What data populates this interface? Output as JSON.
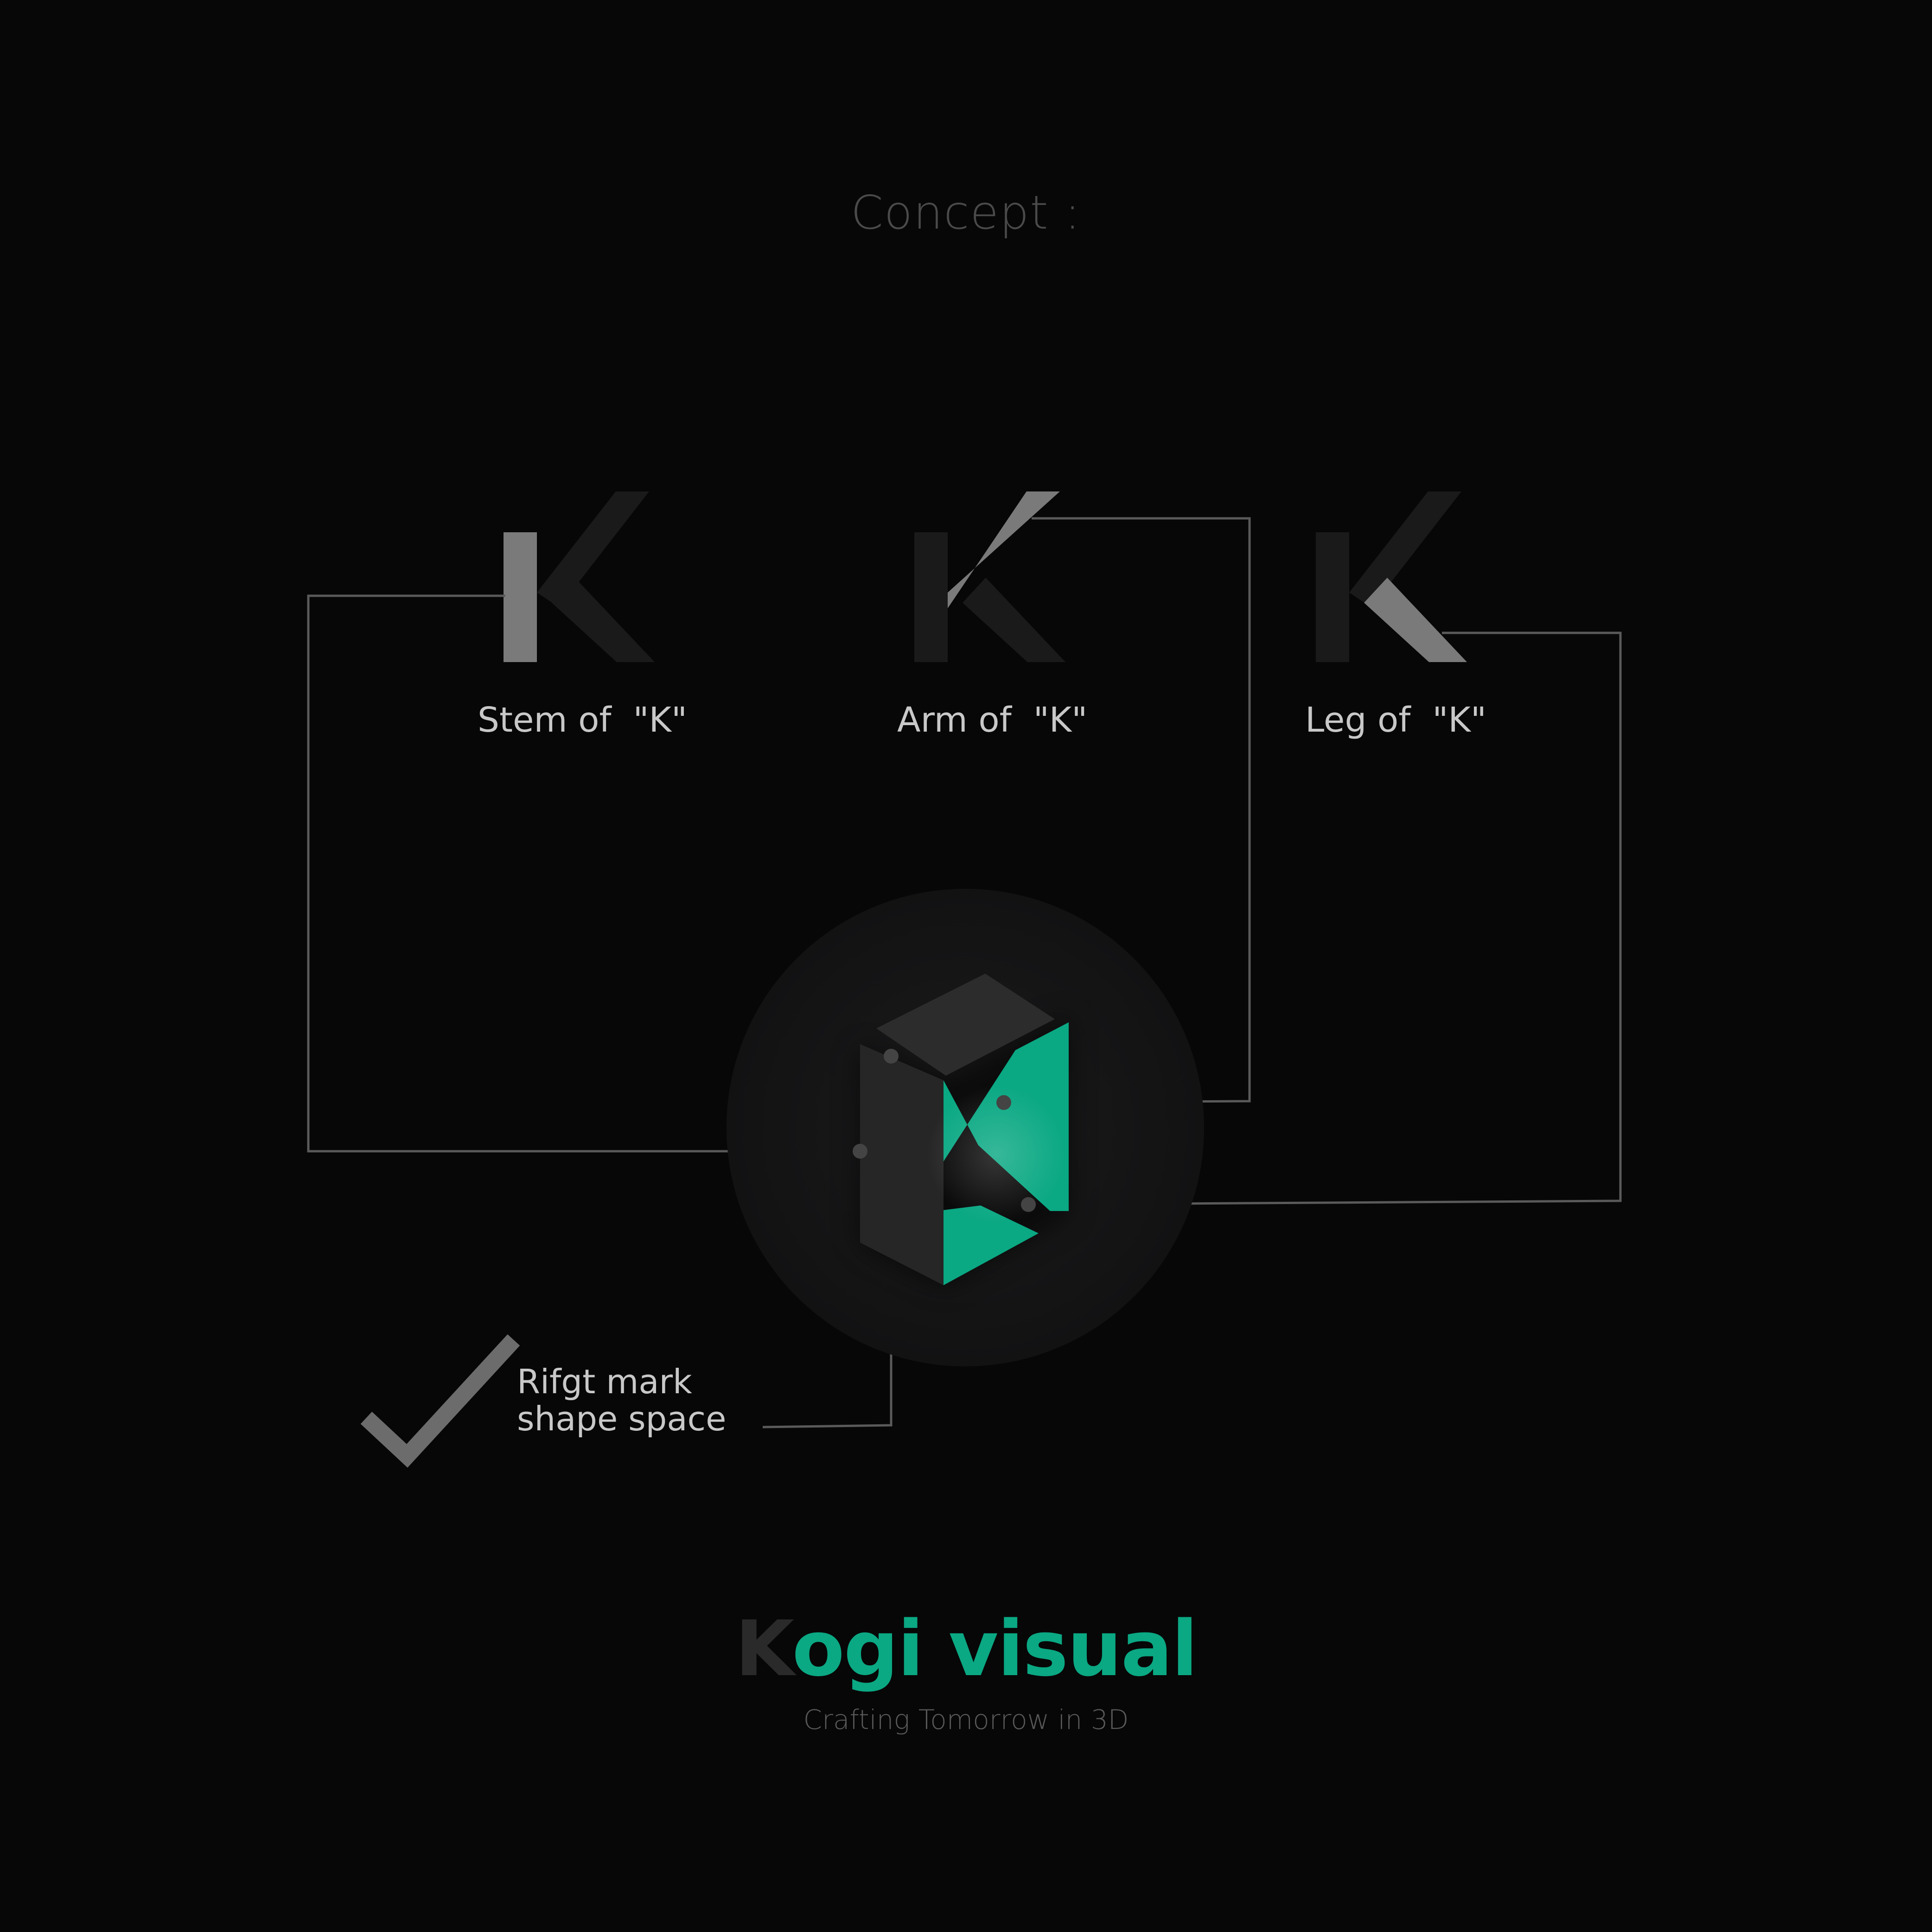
{
  "page": {
    "title": "Concept :"
  },
  "concept": {
    "items": [
      {
        "label": "Stem of  \"K\"",
        "highlight": "stem"
      },
      {
        "label": "Arm of  \"K\"",
        "highlight": "arm"
      },
      {
        "label": "Leg of  \"K\"",
        "highlight": "leg"
      }
    ]
  },
  "note": {
    "line1": "Rifgt mark",
    "line2": "shape space"
  },
  "brand": {
    "k": "K",
    "rest": "ogi visual",
    "tagline": "Crafting Tomorrow in 3D"
  },
  "colors": {
    "background": "#070707",
    "accent": "#0aa883",
    "letter_dim": "#1a1a1a",
    "letter_highlight": "#7a7a7a",
    "connector": "#5a5a5a",
    "label": "#c8c8c8"
  },
  "icons": [
    "stem-k-icon",
    "arm-k-icon",
    "leg-k-icon",
    "kogi-3d-logo-icon",
    "checkmark-icon"
  ]
}
